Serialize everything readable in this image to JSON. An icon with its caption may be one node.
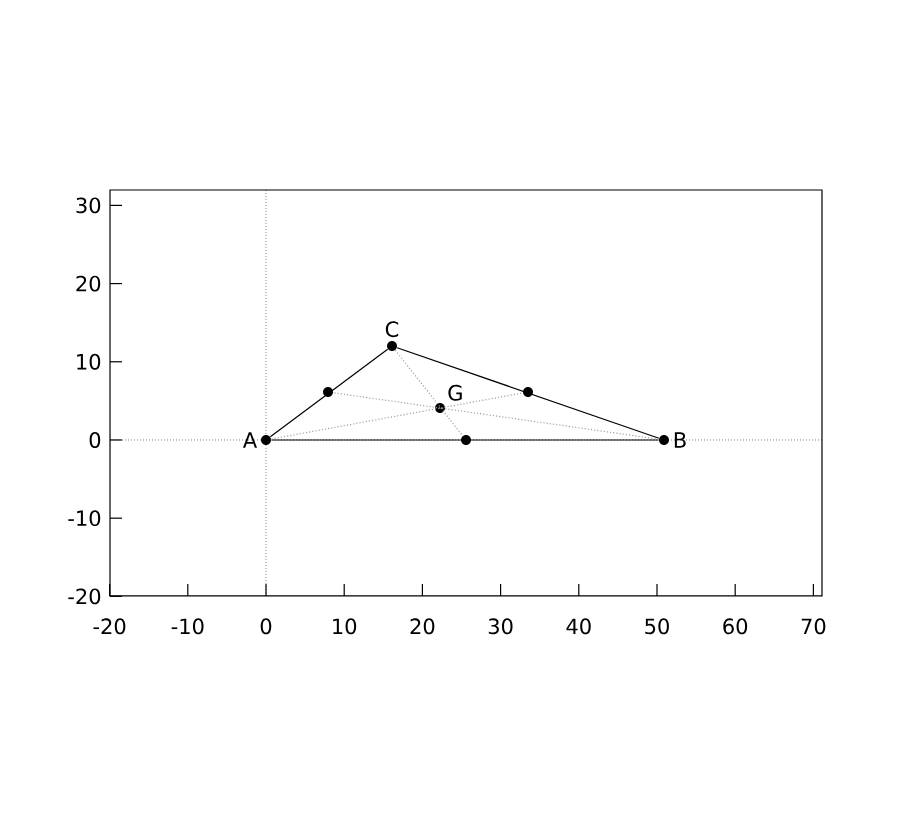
{
  "diagram": {
    "nodes": [
      {
        "text": [
          "A"
        ]
      },
      {
        "text": [
          "B"
        ]
      },
      {
        "text": [
          "C"
        ]
      },
      {
        "text": [
          "G"
        ]
      },
      {
        "text": [],
        "shape": "circle"
      },
      {
        "text": [],
        "shape": "circle"
      },
      {
        "text": [],
        "shape": "circle"
      }
    ],
    "edges": [
      {
        "from": 0,
        "to": 1,
        "arrow": "none"
      },
      {
        "from": 1,
        "to": 2,
        "arrow": "none"
      },
      {
        "from": 2,
        "to": 0,
        "arrow": "none"
      },
      {
        "from": 0,
        "to": 5,
        "arrow": "none",
        "style": "dashed",
        "color": "#a0a0a0"
      },
      {
        "from": 1,
        "to": 6,
        "arrow": "none",
        "style": "dashed",
        "color": "#a0a0a0"
      },
      {
        "from": 2,
        "to": 4,
        "arrow": "none",
        "style": "dashed",
        "color": "#a0a0a0"
      }
    ],
    "labels": [
      "30",
      "20",
      "10",
      "0",
      "-10",
      "-20",
      "-20",
      "-10",
      "0",
      "10",
      "20",
      "30",
      "40",
      "50",
      "60",
      "70"
    ]
  }
}
